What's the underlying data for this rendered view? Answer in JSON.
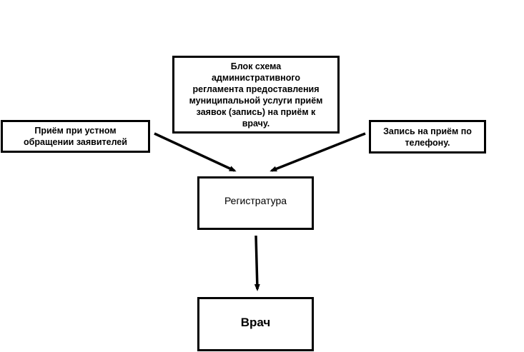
{
  "diagram": {
    "title_block": "Блок схема\nадминистративного\nрегламента предоставления\nмуниципальной услуги приём\nзаявок (запись) на приём к\nврачу.",
    "left_block": "Приём при устном\nобращении заявителей",
    "right_block": "Запись на приём по\nтелефону.",
    "registry_block": "Регистратура",
    "doctor_block": "Врач"
  }
}
